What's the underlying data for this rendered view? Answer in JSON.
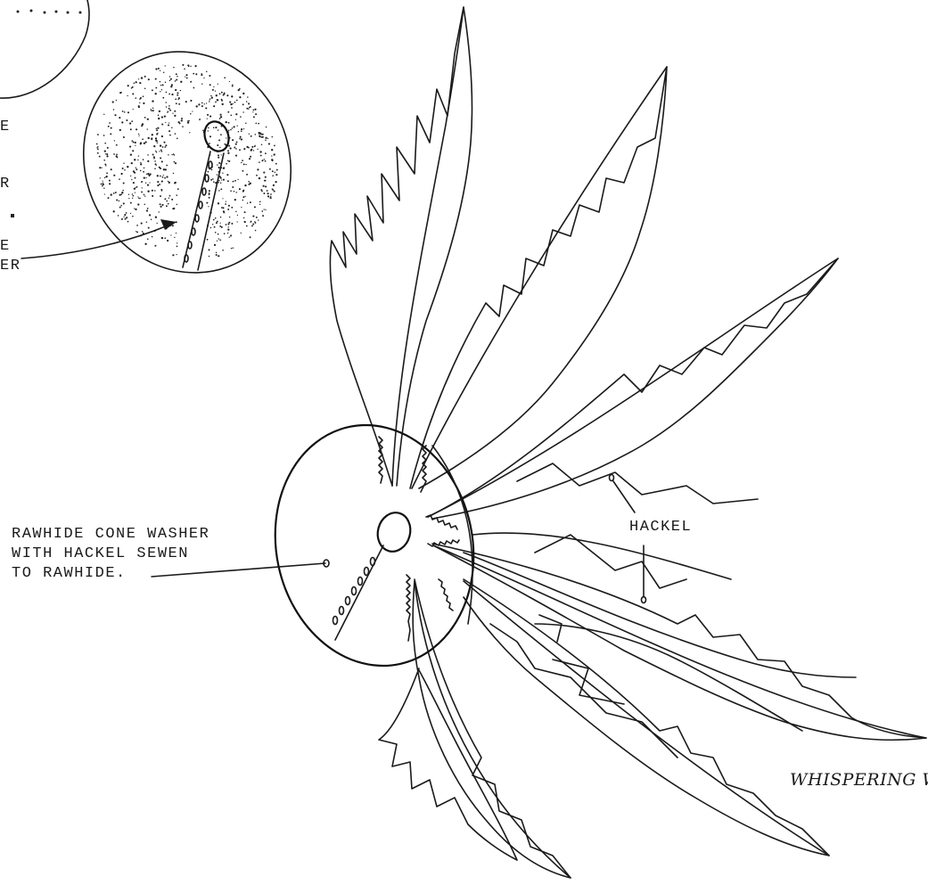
{
  "labels": {
    "washer_line1": "RAWHIDE CONE WASHER",
    "washer_line2": "WITH HACKEL SEWEN",
    "washer_line3": "TO RAWHIDE.",
    "hackel": "HACKEL",
    "partial_left_top": "E",
    "partial_left_r": "R",
    "partial_left_e": "E",
    "partial_left_er": "ER",
    "signature": "WHISPERING W"
  },
  "colors": {
    "ink": "#1a1a1a",
    "paper": "#ffffff"
  }
}
